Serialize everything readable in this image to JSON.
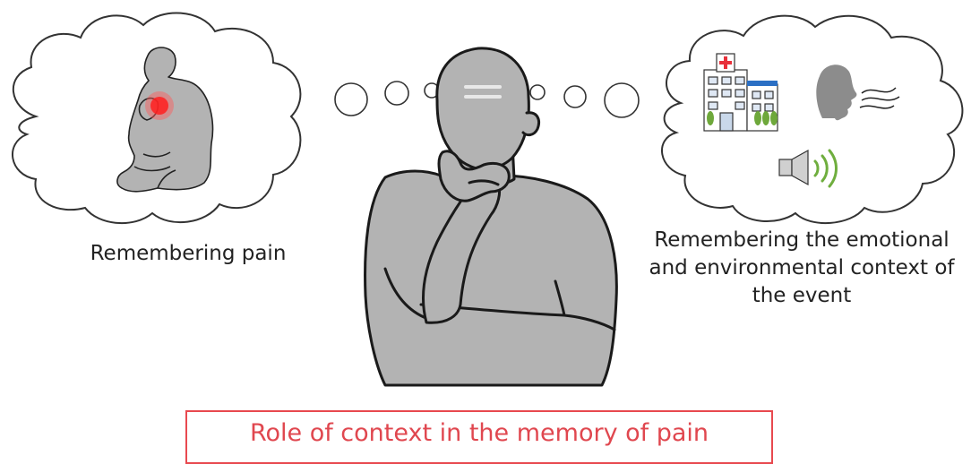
{
  "captions": {
    "left": "Remembering pain",
    "right_lines": [
      "Remembering the emotional",
      "and environmental context of",
      "the event"
    ]
  },
  "title": "Role of context in the memory of pain",
  "colors": {
    "accent_red": "#e8494f",
    "figure_gray": "#b3b3b3",
    "outline": "#1a1a1a",
    "sound_green": "#6fae3e",
    "hospital_blue": "#2b6fc4"
  },
  "icons": [
    "thinking-person",
    "pain-person",
    "hospital",
    "breath-face",
    "speaker"
  ]
}
